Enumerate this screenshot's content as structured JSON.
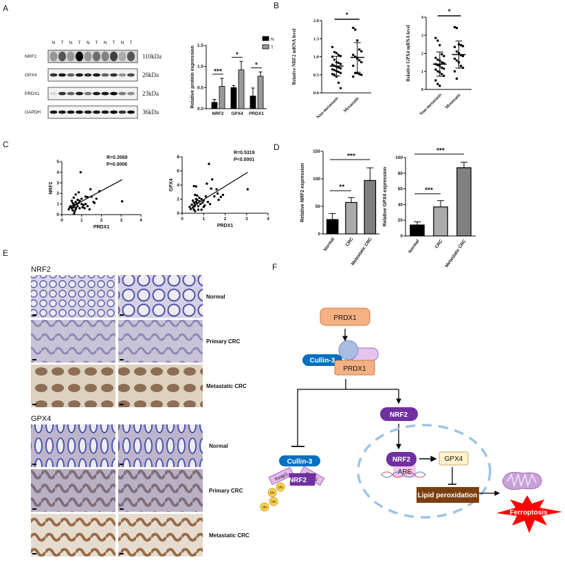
{
  "panel_labels": [
    "A",
    "B",
    "C",
    "D",
    "E",
    "F"
  ],
  "blot": {
    "lanes": [
      "N",
      "T",
      "N",
      "T",
      "N",
      "T",
      "N",
      "T",
      "N",
      "T"
    ],
    "rows": [
      {
        "name": "NRF2",
        "size": "110kDa"
      },
      {
        "name": "GPX4",
        "size": "20kDa"
      },
      {
        "name": "PRDX1",
        "size": "23kDa"
      },
      {
        "name": "GAPDH",
        "size": "36kDa"
      }
    ]
  },
  "chart_data": [
    {
      "id": "A",
      "type": "bar",
      "categories": [
        "NRF2",
        "GPX4",
        "PRDX1"
      ],
      "series": [
        {
          "name": "N",
          "values": [
            0.15,
            0.5,
            0.3
          ],
          "errors": [
            0.07,
            0.05,
            0.19
          ],
          "color": "#000000"
        },
        {
          "name": "T",
          "values": [
            0.53,
            0.92,
            0.77
          ],
          "errors": [
            0.19,
            0.2,
            0.1
          ],
          "color": "#999999"
        }
      ],
      "ylabel": "Relative protein expression",
      "ylim": [
        0,
        1.5
      ],
      "yticks": [
        "0.0",
        "0.5",
        "1.0",
        "1.5"
      ],
      "significance": [
        "***",
        "*",
        "*"
      ],
      "legend": "top-right"
    },
    {
      "id": "B1",
      "type": "scatter",
      "categories": [
        "Non-metastasis",
        "Metastatic"
      ],
      "groups": [
        [
          1.27,
          1.13,
          1.1,
          1.05,
          1.02,
          1.0,
          0.92,
          0.85,
          0.83,
          0.8,
          0.78,
          0.75,
          0.72,
          0.7,
          0.68,
          0.65,
          0.63,
          0.6,
          0.58,
          0.55,
          0.52,
          0.5,
          0.45,
          0.28,
          0.13
        ],
        [
          1.8,
          1.75,
          1.45,
          1.2,
          1.15,
          1.05,
          1.0,
          0.95,
          0.9,
          0.85,
          0.75,
          0.55,
          0.55,
          0.52,
          0.5,
          0.45
        ]
      ],
      "means": [
        0.74,
        0.98
      ],
      "sd": [
        0.27,
        0.41
      ],
      "ylabel": "Relative NRF2 mRNA level",
      "ylim": [
        0,
        2
      ],
      "yticks": [
        "0.0",
        "0.5",
        "1.0",
        "1.5",
        "2.0"
      ],
      "significance": "*"
    },
    {
      "id": "B2",
      "type": "scatter",
      "categories": [
        "Non-metastasis",
        "Metastatic"
      ],
      "groups": [
        [
          2.85,
          2.7,
          2.45,
          1.95,
          1.85,
          1.75,
          1.65,
          1.6,
          1.5,
          1.45,
          1.4,
          1.35,
          1.3,
          1.2,
          1.15,
          1.1,
          1.0,
          0.95,
          0.85,
          0.75,
          0.5,
          0.3,
          0.2
        ],
        [
          3.45,
          3.4,
          2.5,
          2.45,
          2.4,
          2.35,
          2.1,
          2.0,
          1.9,
          1.85,
          1.7,
          1.6,
          1.5,
          1.3,
          1.2,
          1.0,
          0.6
        ]
      ],
      "means": [
        1.4,
        1.93
      ],
      "sd": [
        0.67,
        0.75
      ],
      "ylabel": "Relative GPX4 mRNA level",
      "ylim": [
        0,
        4
      ],
      "yticks": [
        "0",
        "1",
        "2",
        "3",
        "4"
      ],
      "significance": "*"
    },
    {
      "id": "C1",
      "type": "scatter",
      "xlabel": "PRDX1",
      "ylabel": "NRF2",
      "xlim": [
        0,
        4
      ],
      "ylim": [
        0,
        5
      ],
      "xticks": [
        "0",
        "1",
        "2",
        "3",
        "4"
      ],
      "yticks": [
        "0",
        "1",
        "2",
        "3",
        "4",
        "5"
      ],
      "annotation": [
        "R=0.3569",
        "P=0.0006"
      ],
      "fit": [
        [
          0.5,
          0.75
        ],
        [
          3.05,
          3.3
        ]
      ],
      "points": [
        [
          0.95,
          4.0
        ],
        [
          0.85,
          2.1
        ],
        [
          1.45,
          2.4
        ],
        [
          1.9,
          2.2
        ],
        [
          3.05,
          1.25
        ],
        [
          0.7,
          1.9
        ],
        [
          0.6,
          1.6
        ],
        [
          1.2,
          1.7
        ],
        [
          1.3,
          1.65
        ],
        [
          1.75,
          1.5
        ],
        [
          1.6,
          1.2
        ],
        [
          1.65,
          1.1
        ],
        [
          0.5,
          1.3
        ],
        [
          0.55,
          1.1
        ],
        [
          0.6,
          1.0
        ],
        [
          0.65,
          0.9
        ],
        [
          0.7,
          1.2
        ],
        [
          0.75,
          1.0
        ],
        [
          0.8,
          0.8
        ],
        [
          0.85,
          1.1
        ],
        [
          0.9,
          1.3
        ],
        [
          1.0,
          1.0
        ],
        [
          1.05,
          0.7
        ],
        [
          1.1,
          0.9
        ],
        [
          1.15,
          0.6
        ],
        [
          1.3,
          0.8
        ],
        [
          1.4,
          0.5
        ],
        [
          0.45,
          0.8
        ],
        [
          0.5,
          0.6
        ],
        [
          0.55,
          0.4
        ],
        [
          0.6,
          0.7
        ],
        [
          0.65,
          0.3
        ],
        [
          0.7,
          0.5
        ],
        [
          0.35,
          0.5
        ],
        [
          0.4,
          0.7
        ],
        [
          0.62,
          0.1
        ],
        [
          0.8,
          1.4
        ],
        [
          0.9,
          0.6
        ],
        [
          1.2,
          1.0
        ],
        [
          1.0,
          1.5
        ],
        [
          0.58,
          0.85
        ],
        [
          0.72,
          0.65
        ],
        [
          1.5,
          1.7
        ]
      ]
    },
    {
      "id": "C2",
      "type": "scatter",
      "xlabel": "PRDX1",
      "ylabel": "GPX4",
      "xlim": [
        0,
        4
      ],
      "ylim": [
        0,
        8
      ],
      "xticks": [
        "0",
        "1",
        "2",
        "3",
        "4"
      ],
      "yticks": [
        "0",
        "2",
        "4",
        "6",
        "8"
      ],
      "annotation": [
        "R=0.5319",
        "P<0.0001"
      ],
      "fit": [
        [
          0.5,
          1.0
        ],
        [
          3.05,
          5.8
        ]
      ],
      "points": [
        [
          1.25,
          7.0
        ],
        [
          1.4,
          4.8
        ],
        [
          1.15,
          4.2
        ],
        [
          0.55,
          3.85
        ],
        [
          0.65,
          3.8
        ],
        [
          3.05,
          3.4
        ],
        [
          1.35,
          3.5
        ],
        [
          1.6,
          3.4
        ],
        [
          1.5,
          2.4
        ],
        [
          1.65,
          2.8
        ],
        [
          1.9,
          2.6
        ],
        [
          1.8,
          2.3
        ],
        [
          1.7,
          1.9
        ],
        [
          0.6,
          2.6
        ],
        [
          0.7,
          2.5
        ],
        [
          0.8,
          2.2
        ],
        [
          0.9,
          2.0
        ],
        [
          1.0,
          1.8
        ],
        [
          1.1,
          2.4
        ],
        [
          1.2,
          1.6
        ],
        [
          1.3,
          1.3
        ],
        [
          0.5,
          1.8
        ],
        [
          0.55,
          1.5
        ],
        [
          0.6,
          1.2
        ],
        [
          0.65,
          1.6
        ],
        [
          0.7,
          1.4
        ],
        [
          0.75,
          1.0
        ],
        [
          0.8,
          1.7
        ],
        [
          0.85,
          1.3
        ],
        [
          0.95,
          1.5
        ],
        [
          1.05,
          1.1
        ],
        [
          0.45,
          1.2
        ],
        [
          0.5,
          0.8
        ],
        [
          0.55,
          0.5
        ],
        [
          0.6,
          0.3
        ],
        [
          0.35,
          0.9
        ],
        [
          0.4,
          0.6
        ],
        [
          0.75,
          0.5
        ],
        [
          0.9,
          0.5
        ],
        [
          1.0,
          0.9
        ],
        [
          0.65,
          2.0
        ],
        [
          0.7,
          1.9
        ],
        [
          0.58,
          1.0
        ]
      ]
    },
    {
      "id": "D1",
      "type": "bar",
      "categories": [
        "Normal",
        "CRC",
        "Metastatic CRC"
      ],
      "values": [
        26,
        57,
        97
      ],
      "errors": [
        11,
        9,
        23
      ],
      "colors": [
        "#000000",
        "#aaaaaa",
        "#808080"
      ],
      "ylabel": "Relative NRF2 expression",
      "ylim": [
        0,
        150
      ],
      "yticks": [
        "0",
        "50",
        "100",
        "150"
      ],
      "significance": [
        {
          "pair": [
            0,
            1
          ],
          "label": "**"
        },
        {
          "pair": [
            0,
            2
          ],
          "label": "***"
        }
      ]
    },
    {
      "id": "D2",
      "type": "bar",
      "categories": [
        "Normal",
        "CRC",
        "Metastatic CRC"
      ],
      "values": [
        14,
        37,
        87
      ],
      "errors": [
        4,
        8,
        7
      ],
      "colors": [
        "#000000",
        "#aaaaaa",
        "#808080"
      ],
      "ylabel": "Relative GPX4 expression",
      "ylim": [
        0,
        100
      ],
      "yticks": [
        "0",
        "20",
        "40",
        "60",
        "80",
        "100"
      ],
      "significance": [
        {
          "pair": [
            0,
            1
          ],
          "label": "***"
        },
        {
          "pair": [
            0,
            2
          ],
          "label": "***"
        }
      ]
    }
  ],
  "histology": [
    {
      "title": "NRF2",
      "rows": [
        "Normal",
        "Primary CRC",
        "Metastatic CRC"
      ]
    },
    {
      "title": "GPX4",
      "rows": [
        "Normal",
        "Primary CRC",
        "Metastatic CRC"
      ]
    }
  ],
  "diagram": {
    "prdx1_top": "PRDX1",
    "cullin_complex": "Cullin-3",
    "prdx1_complex": "PRDX1",
    "nrf2_free": "NRF2",
    "nrf2_nucleus": "NRF2",
    "are": "ARE",
    "gpx4": "GPX4",
    "lipid": "Lipid peroxidation",
    "ferroptosis": "Ferroptosis",
    "cullin_left": "Cullin-3",
    "keap1_a": "Keap1",
    "keap1_b": "Keap1",
    "nrf2_left": "NRF2",
    "ub": [
      "Ub",
      "Ub",
      "Ub",
      "Ub"
    ],
    "colors": {
      "prdx1": "#f4b183",
      "cullin": "#0070c0",
      "nrf2": "#7030a0",
      "keap1": "#e6b8f0",
      "gpx4": "#fff2cc",
      "lipid": "#7b3f0f",
      "ferroptosis": "#ff0000",
      "nucleus": "#9dc3e6",
      "ub": "#ffd54f"
    }
  }
}
